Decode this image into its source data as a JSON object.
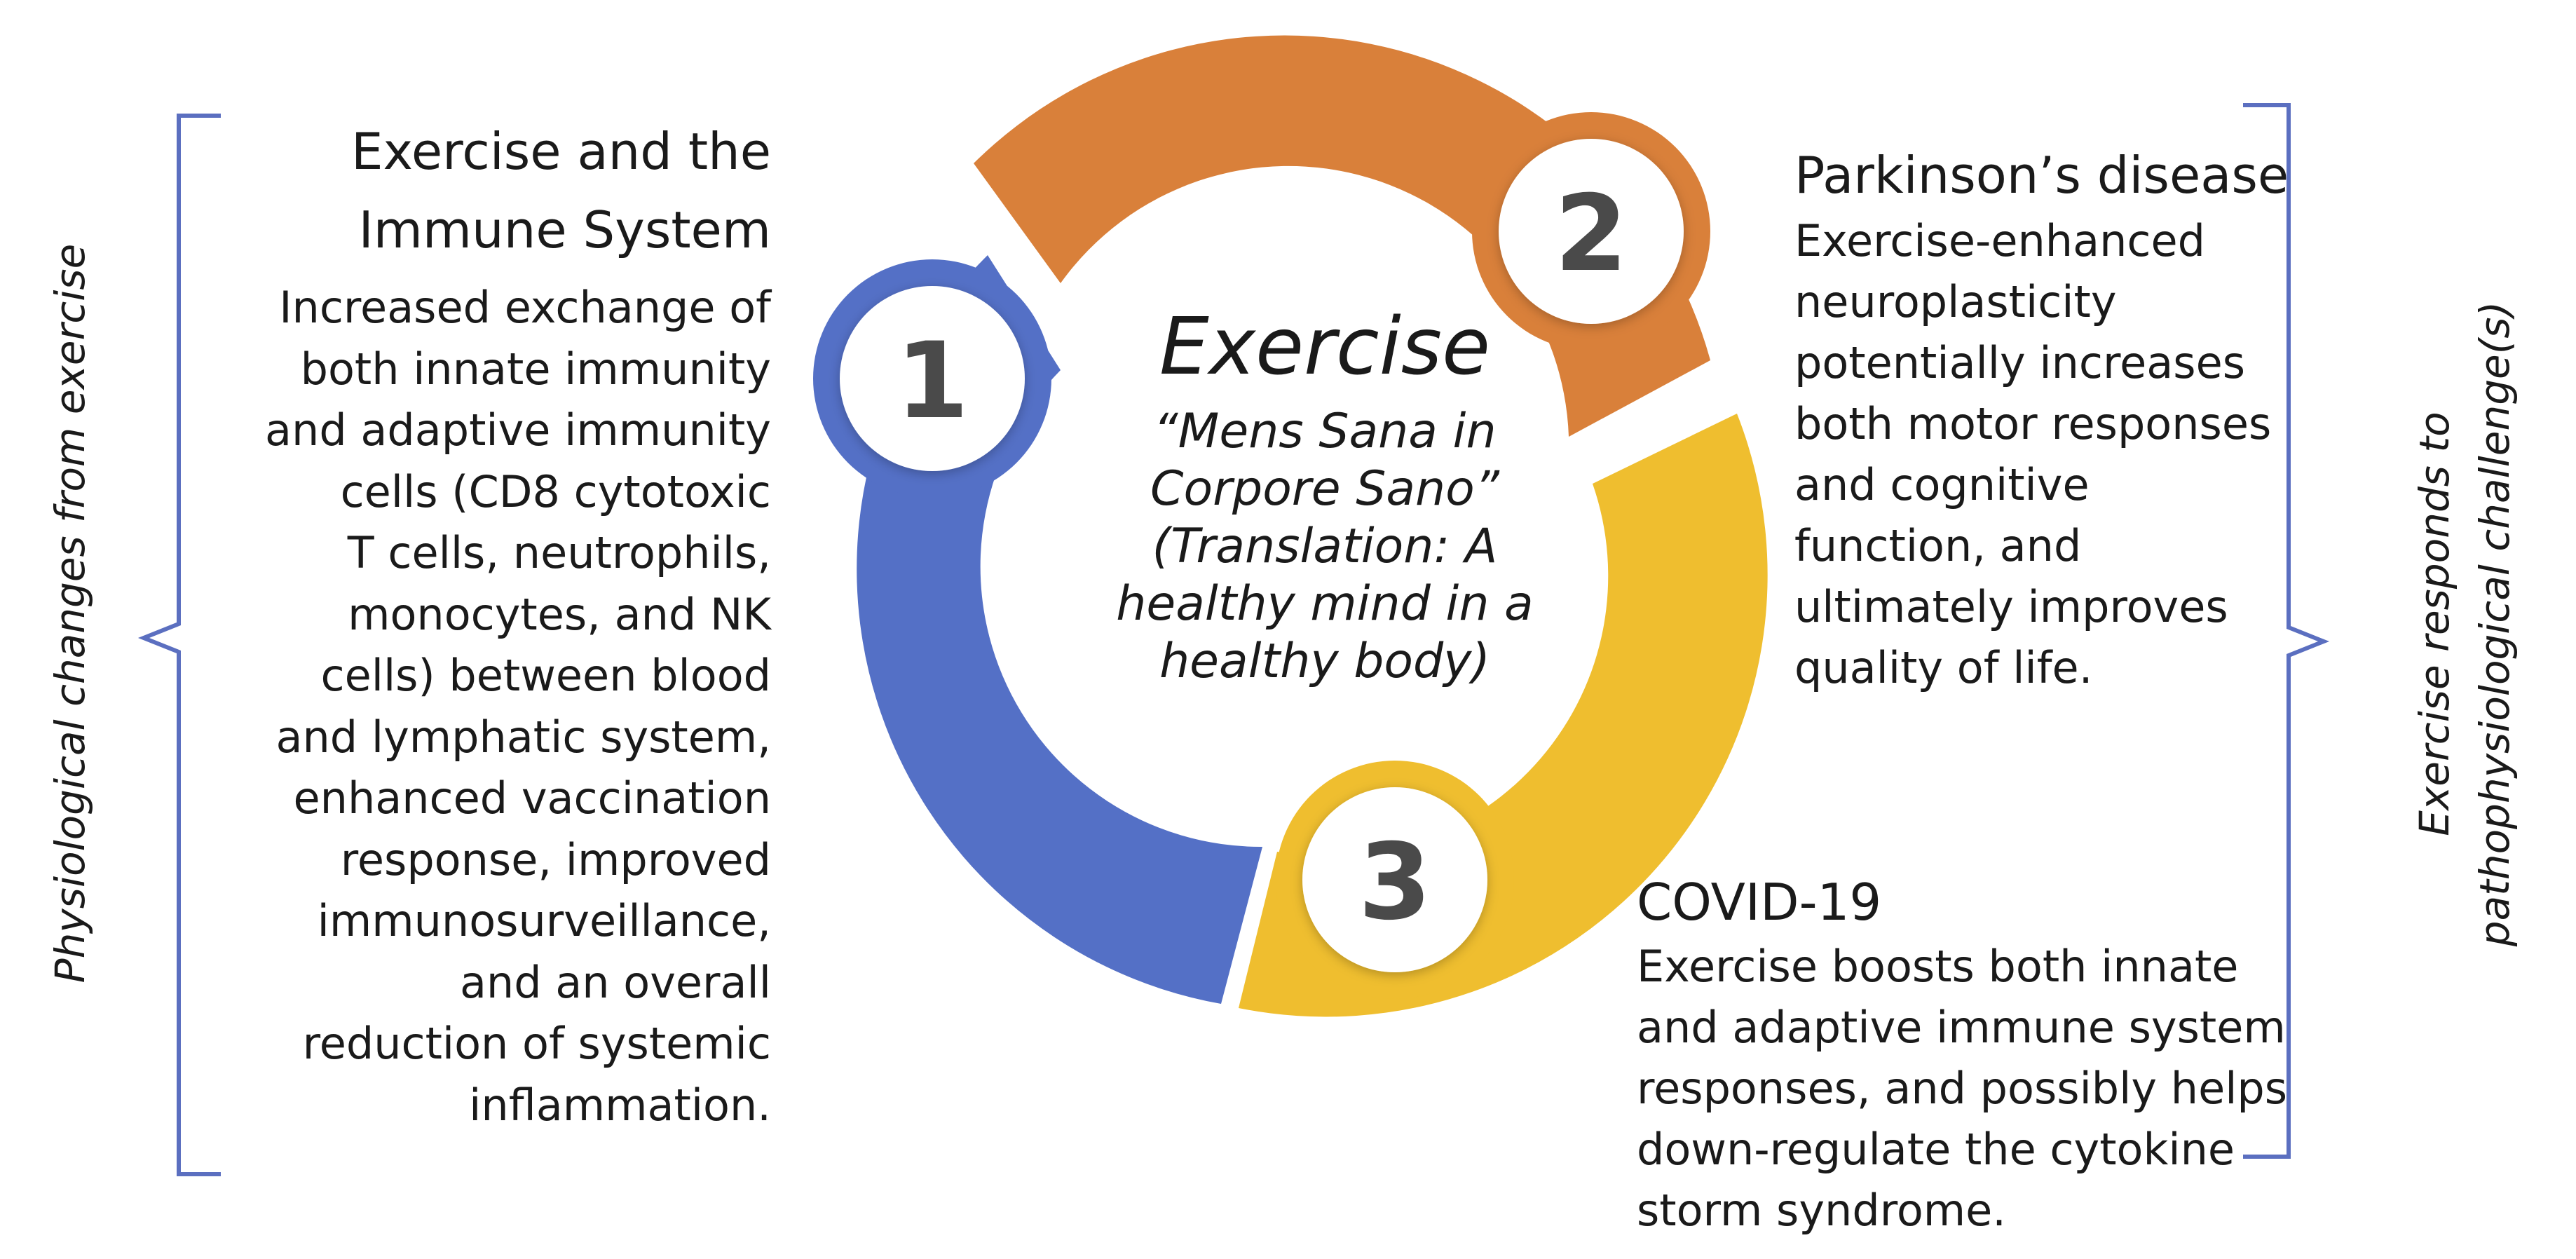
{
  "left_block": {
    "title": "Exercise and the\nImmune System",
    "body": "Increased exchange of\nboth innate immunity\nand adaptive immunity\ncells (CD8 cytotoxic\nT cells, neutrophils,\nmonocytes, and NK\ncells) between blood\nand lymphatic system,\nenhanced vaccination\nresponse, improved\nimmunosurveillance,\nand an overall\nreduction of systemic\ninflammation."
  },
  "right_top_block": {
    "title": "Parkinson’s disease",
    "body": "Exercise-enhanced\nneuroplasticity\npotentially increases\nboth motor responses\nand cognitive\nfunction, and\nultimately improves\nquality of life."
  },
  "right_bottom_block": {
    "title": "COVID-19",
    "body": "Exercise boosts both innate\nand adaptive immune system\nresponses, and possibly helps\ndown-regulate the cytokine\nstorm syndrome."
  },
  "center": {
    "title": "Exercise",
    "quote": "“Mens Sana in\nCorpore Sano”\n(Translation: A\nhealthy mind in a\nhealthy body)"
  },
  "cycle_numbers": [
    "1",
    "2",
    "3"
  ],
  "side_labels": {
    "left": "Physiological changes from exercise",
    "right": "Exercise responds to\npathophysiological challenge(s)"
  },
  "colors": {
    "blue": "#5470c6",
    "orange": "#d9803a",
    "yellow": "#efbe2f",
    "bracket": "#5b6fc0",
    "number_text": "#4a4a4a"
  }
}
